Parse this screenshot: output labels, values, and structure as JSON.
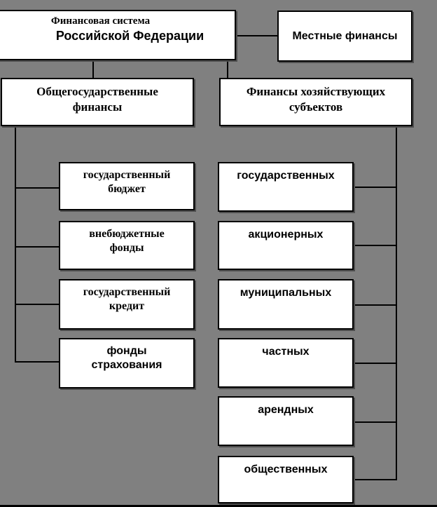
{
  "colors": {
    "background": "#808080",
    "box_fill": "#ffffff",
    "box_border": "#000000",
    "box_shadow": "#4d4d4d",
    "connector": "#000000"
  },
  "nodes": {
    "root": {
      "line1": "Финансовая система",
      "line2": "Российской Федерации"
    },
    "local": {
      "label": "Местные финансы"
    },
    "state": {
      "line1": "Общегосударственные",
      "line2": "финансы"
    },
    "business": {
      "line1": "Финансы хозяйствующих",
      "line2": "субъектов"
    },
    "state_children": [
      {
        "line1": "государственный",
        "line2": "бюджет"
      },
      {
        "line1": "внебюджетные",
        "line2": "фонды"
      },
      {
        "line1": "государственный",
        "line2": "кредит"
      },
      {
        "line1": "фонды",
        "line2": "страхования"
      }
    ],
    "business_children": [
      {
        "label": "государственных"
      },
      {
        "label": "акционерных"
      },
      {
        "label": "муниципальных"
      },
      {
        "label": "частных"
      },
      {
        "label": "арендных"
      },
      {
        "label": "общественных"
      }
    ]
  }
}
